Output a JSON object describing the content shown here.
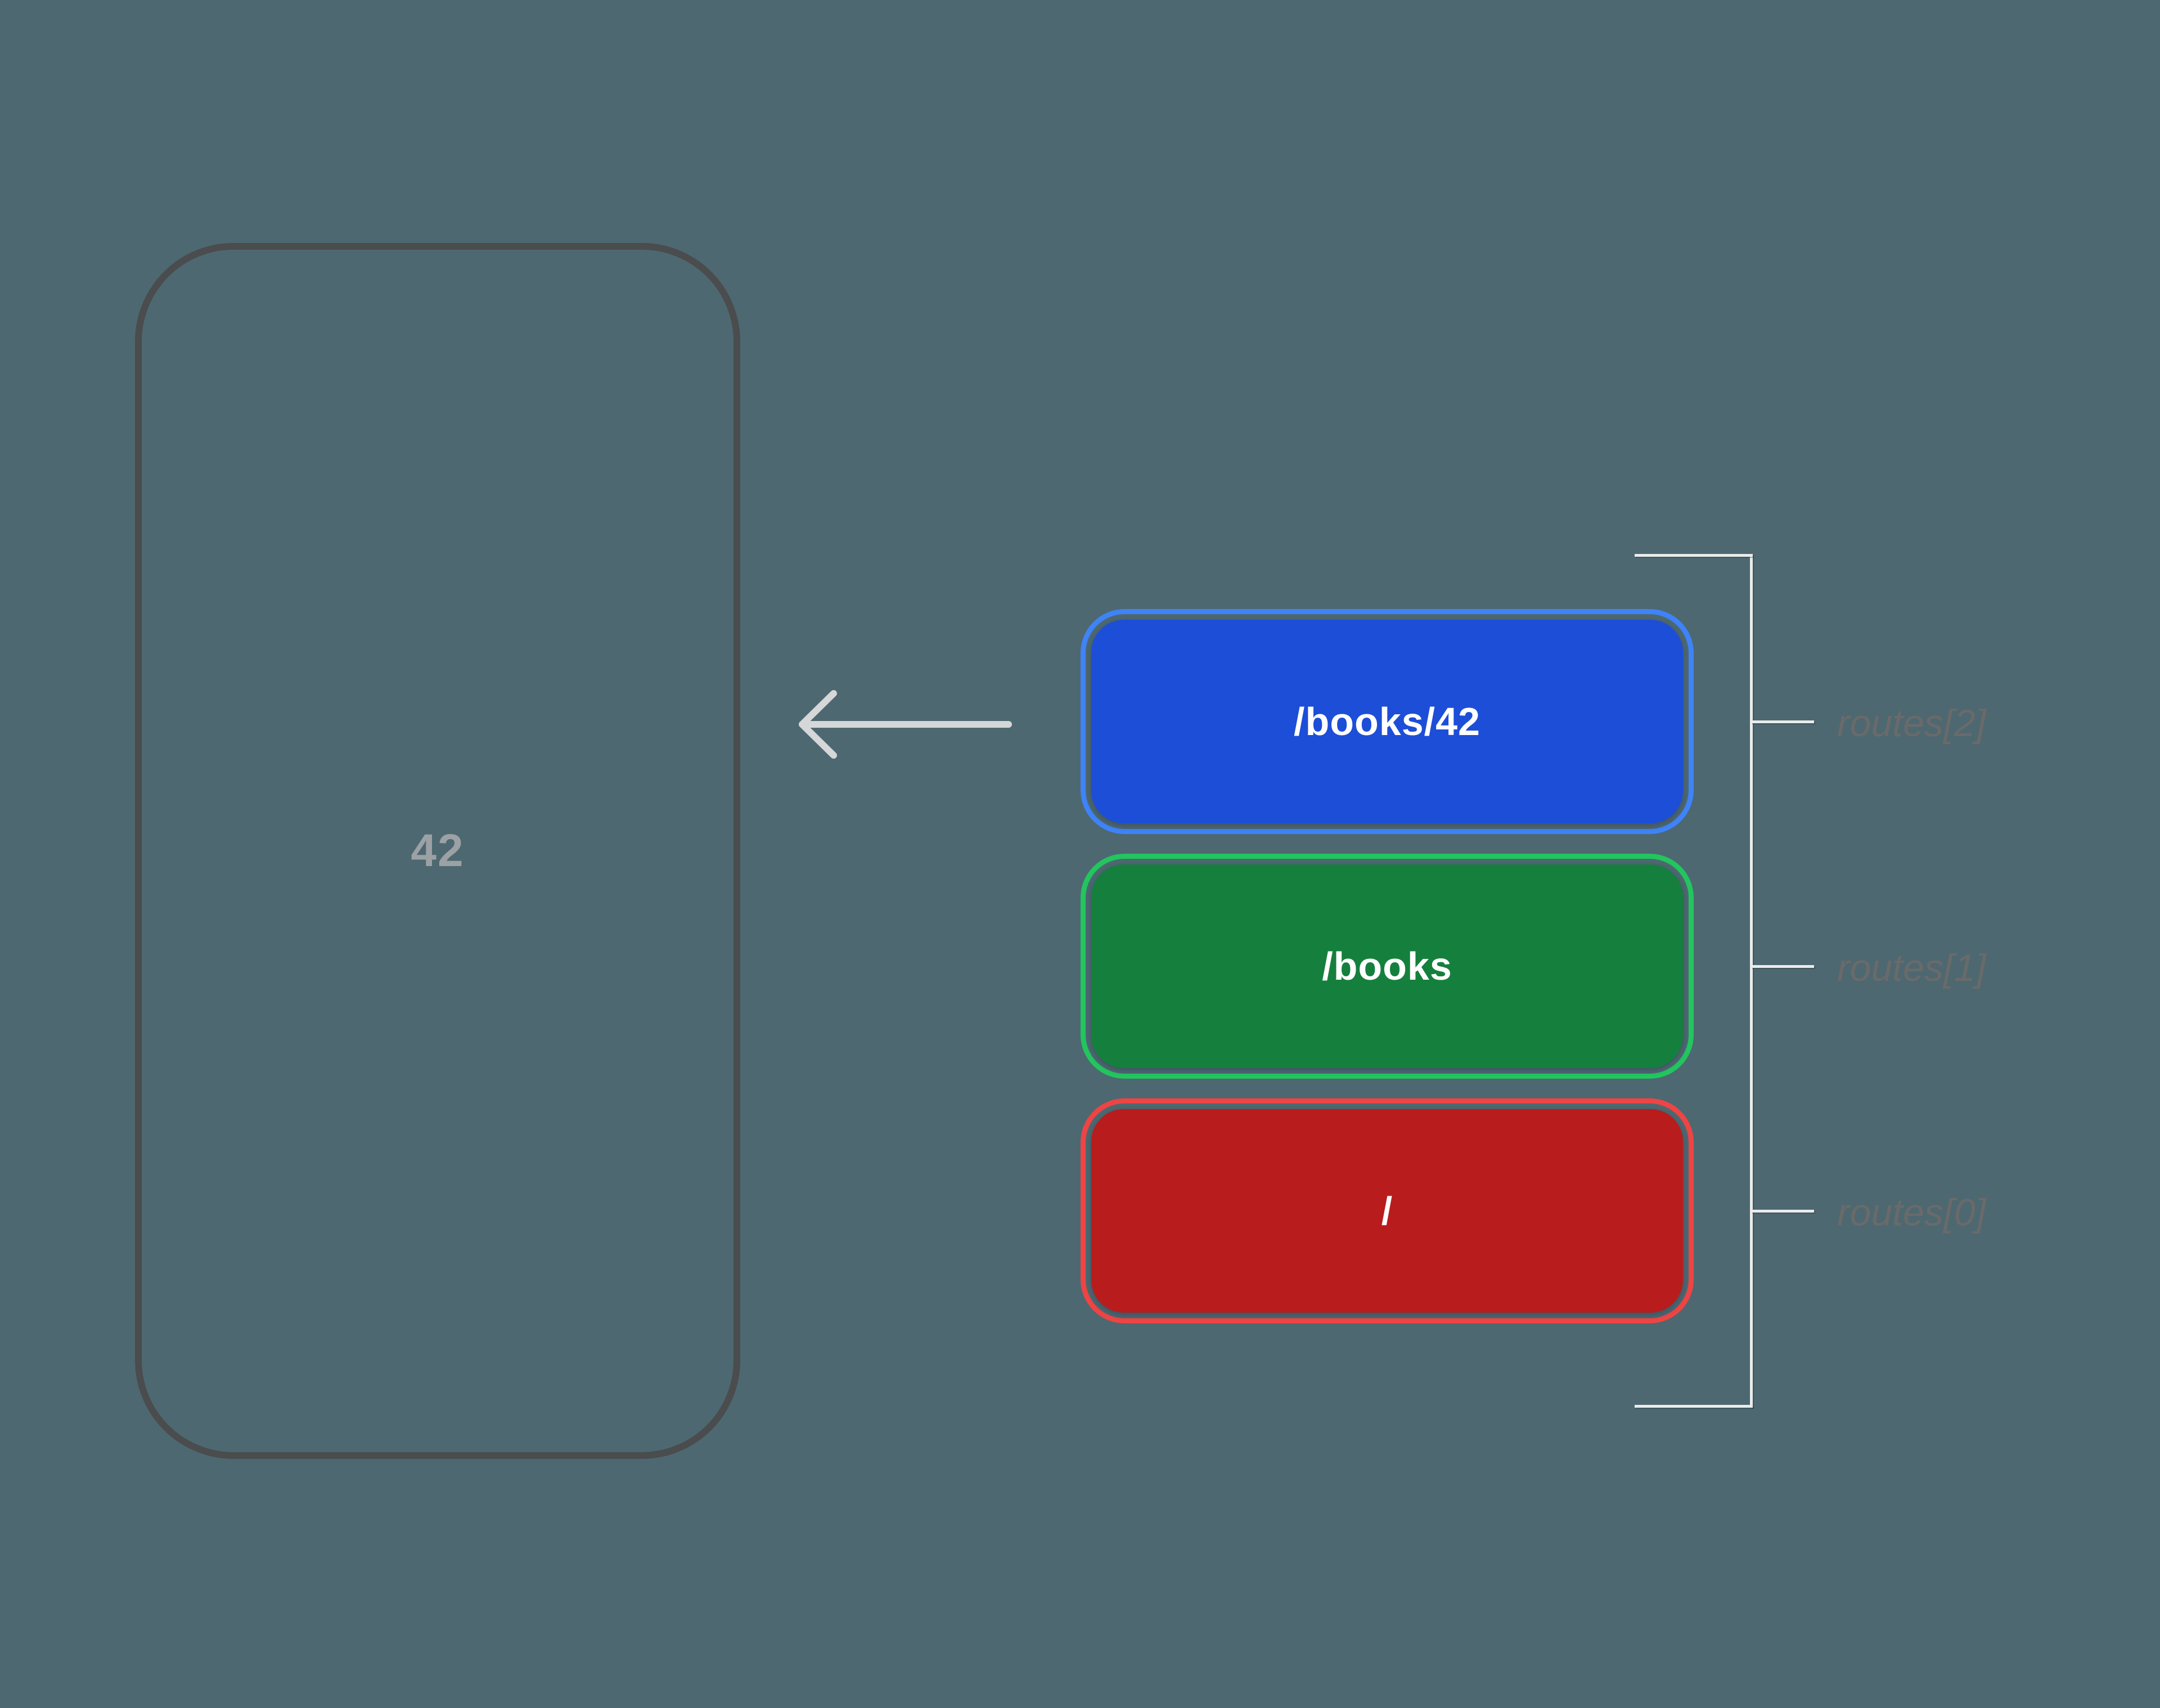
{
  "background": "#4d6870",
  "device": {
    "screen_text": "42",
    "frame_color": "#4a4c4e",
    "text_color": "#9ba1a5"
  },
  "arrow": {
    "direction": "left",
    "color": "#d5d7d8"
  },
  "route_stack": [
    {
      "path": "/books/42",
      "fill": "#1d4ed8",
      "ring": "#3f83f8",
      "index_label": "routes[2]"
    },
    {
      "path": "/books",
      "fill": "#15803d",
      "ring": "#22c55e",
      "index_label": "routes[1]"
    },
    {
      "path": "/",
      "fill": "#b91c1c",
      "ring": "#ef4444",
      "index_label": "routes[0]"
    }
  ],
  "bracket": {
    "color": "#e9eceb",
    "label_color": "#6a6a6a"
  }
}
